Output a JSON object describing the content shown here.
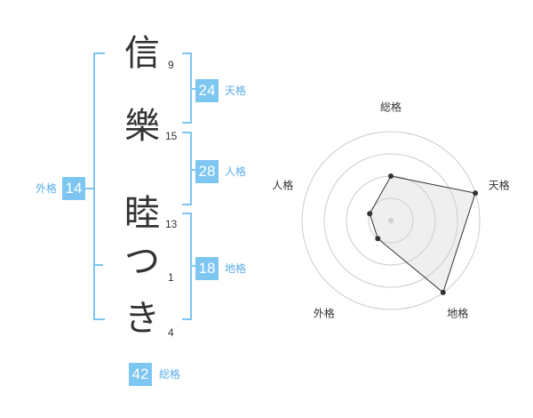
{
  "colors": {
    "accent": "#7ec6f2",
    "label": "#5aaee6",
    "text": "#333333"
  },
  "name": {
    "characters": [
      {
        "char": "信",
        "strokes": "9"
      },
      {
        "char": "樂",
        "strokes": "15"
      },
      {
        "char": "睦",
        "strokes": "13"
      },
      {
        "char": "つ",
        "strokes": "1"
      },
      {
        "char": "き",
        "strokes": "4"
      }
    ]
  },
  "fortunes": {
    "tenkaku": {
      "value": "24",
      "label": "天格"
    },
    "jinkaku": {
      "value": "28",
      "label": "人格"
    },
    "chikaku": {
      "value": "18",
      "label": "地格"
    },
    "gaikaku": {
      "value": "14",
      "label": "外格"
    },
    "soukaku": {
      "value": "42",
      "label": "総格"
    }
  },
  "radar": {
    "axes": [
      "総格",
      "天格",
      "地格",
      "外格",
      "人格"
    ],
    "levels": 4,
    "max": 4,
    "values": [
      2,
      4,
      4,
      1,
      1
    ]
  }
}
